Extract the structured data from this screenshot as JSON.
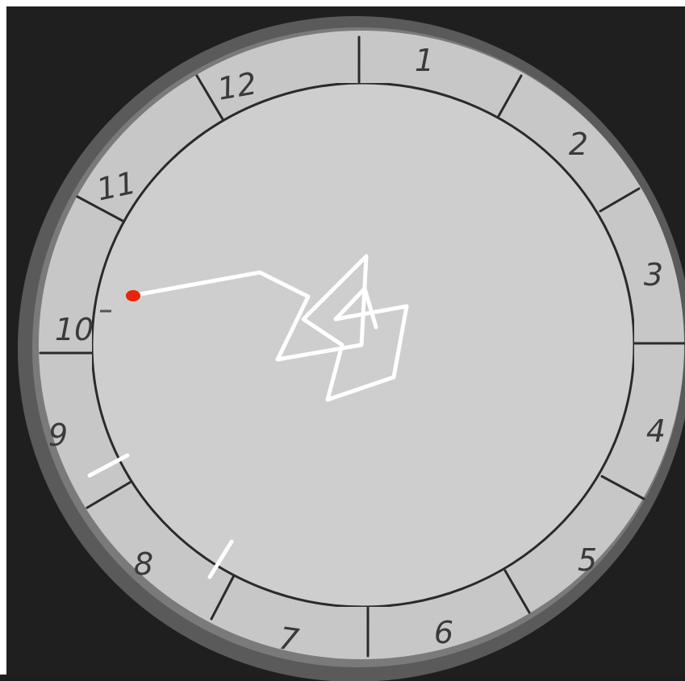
{
  "dial": {
    "numerals": [
      "12",
      "1",
      "2",
      "3",
      "4",
      "5",
      "6",
      "7",
      "8",
      "9",
      "10",
      "11"
    ]
  },
  "colors": {
    "background": "#1f1f1f",
    "frame": "#ffffff",
    "rim": "#6e6e6e",
    "paper": "#cfcfcf",
    "path": "#ffffff",
    "start_marker": "#e8240c"
  }
}
